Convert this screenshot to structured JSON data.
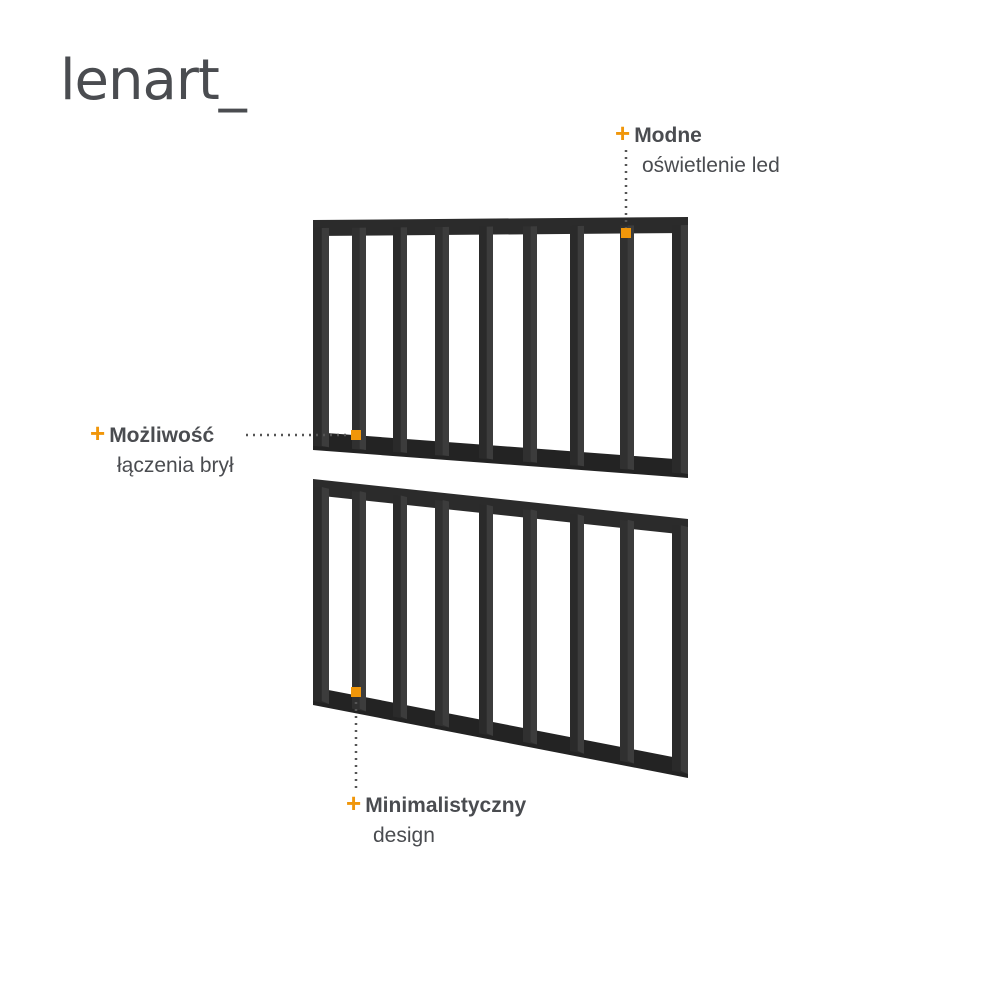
{
  "brand": {
    "logo": "lenart_"
  },
  "colors": {
    "accent": "#f0960a",
    "frame": "#2a2a2a",
    "text": "#4a4c50"
  },
  "callouts": [
    {
      "title": "Modne",
      "subtitle": "oświetlenie led"
    },
    {
      "title": "Możliwość",
      "subtitle": "łączenia brył"
    },
    {
      "title": "Minimalistyczny",
      "subtitle": "design"
    }
  ]
}
